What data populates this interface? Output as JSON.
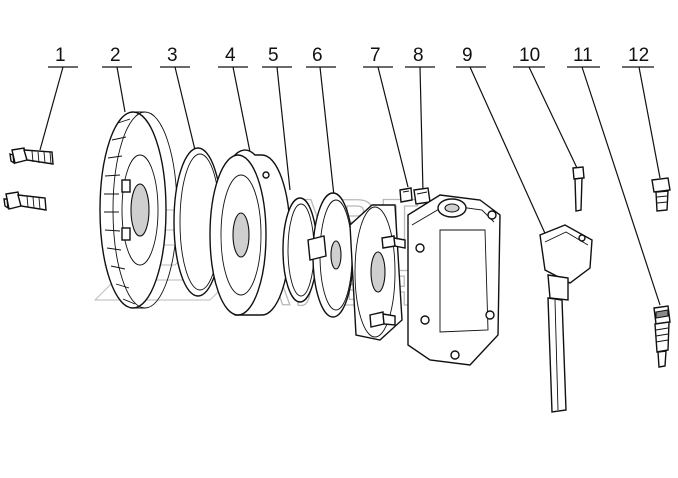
{
  "labels": [
    "1",
    "2",
    "3",
    "4",
    "5",
    "6",
    "7",
    "8",
    "9",
    "10",
    "11",
    "12"
  ],
  "watermark": {
    "line1": "АВТО",
    "line2": "АЛЬЯНС"
  },
  "colors": {
    "ink": "#111111",
    "watermark": "#b9b9b9",
    "shade": "#cfcfcf"
  }
}
